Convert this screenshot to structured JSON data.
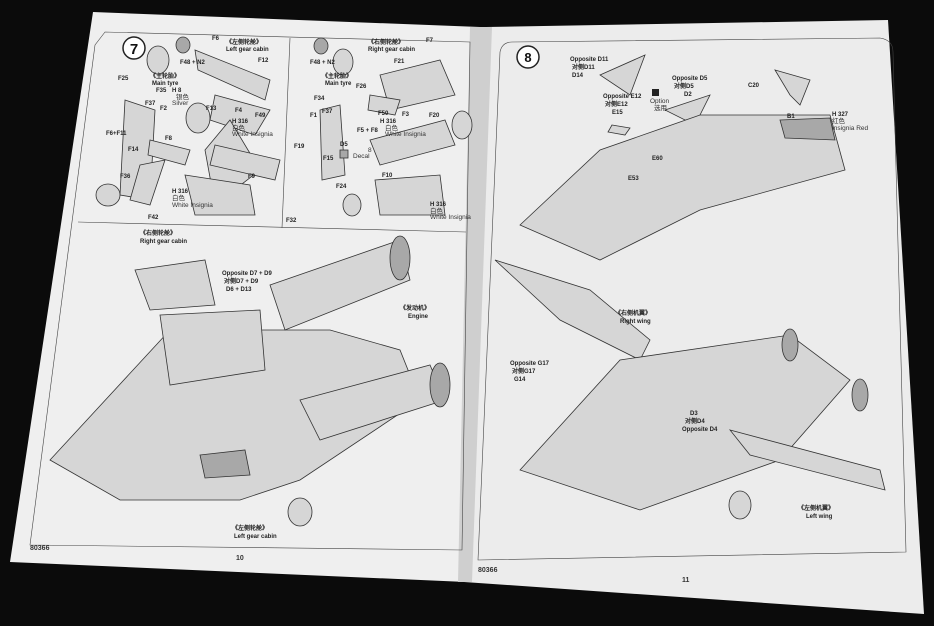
{
  "left_page": {
    "step": "7",
    "page_number": "10",
    "product_code": "80366",
    "left_panel": {
      "wheel_part": "F48 + N2",
      "tyre_cn": "《主轮胎》",
      "tyre_en": "Main tyre",
      "cabin_cn": "《左侧轮舱》",
      "cabin_en": "Left gear cabin",
      "parts": [
        "F6",
        "F12",
        "F13",
        "F4",
        "F49",
        "F25",
        "F35",
        "F37",
        "F2",
        "F6+F11",
        "F8",
        "F14",
        "F9",
        "F36",
        "F42"
      ],
      "paint_silver_code": "H 8",
      "paint_silver_cn": "银色",
      "paint_silver_en": "Silver",
      "paint_white_code": "H 316",
      "paint_white_cn": "白色",
      "paint_white_en": "White Insignia"
    },
    "right_panel": {
      "wheel_part": "F48 + N2",
      "tyre_cn": "《主轮胎》",
      "tyre_en": "Main tyre",
      "cabin_cn": "《右侧轮舱》",
      "cabin_en": "Right gear cabin",
      "parts": [
        "F7",
        "F21",
        "F26",
        "F34",
        "F37",
        "F1",
        "F5 + F8",
        "F3",
        "F50",
        "F20",
        "F10",
        "F15",
        "F19",
        "F24",
        "F32"
      ],
      "decal_part": "D5",
      "decal_label": "Decal",
      "decal_number": "8",
      "paint_white_code": "H 316",
      "paint_white_cn": "白色",
      "paint_white_en": "White Insignia"
    },
    "lower": {
      "right_cabin_cn": "《右侧轮舱》",
      "right_cabin_en": "Right gear cabin",
      "opposite_1": "Opposite D7 + D9",
      "opposite_2": "对侧D7 + D9",
      "opposite_3": "D6 + D13",
      "engine_cn": "《发动机》",
      "engine_en": "Engine",
      "left_cabin_cn": "《左侧轮舱》",
      "left_cabin_en": "Left gear cabin"
    }
  },
  "right_page": {
    "step": "8",
    "page_number": "11",
    "product_code": "80366",
    "labels": {
      "opp_d11_en": "Opposite D11",
      "opp_d11_cn": "对侧D11",
      "d14": "D14",
      "option": "Option",
      "option_cn": "选用",
      "opp_d5_en": "Opposite D5",
      "opp_d5_cn": "对侧D5",
      "d2": "D2",
      "opp_e12_en": "Opposite E12",
      "opp_e12_cn": "对侧E12",
      "e15": "E15",
      "e60": "E60",
      "e53": "E53",
      "c20": "C20",
      "b1": "B1",
      "paint_red_code": "H 327",
      "paint_red_cn": "红色",
      "paint_red_en": "Insignia Red",
      "right_wing_cn": "《右侧机翼》",
      "right_wing_en": "Right wing",
      "opp_g17_en": "Opposite G17",
      "opp_g17_cn": "对侧G17",
      "g14": "G14",
      "d3": "D3",
      "opp_d4_cn": "对侧D4",
      "opp_d4_en": "Opposite D4",
      "left_wing_cn": "《左侧机翼》",
      "left_wing_en": "Left wing"
    }
  }
}
